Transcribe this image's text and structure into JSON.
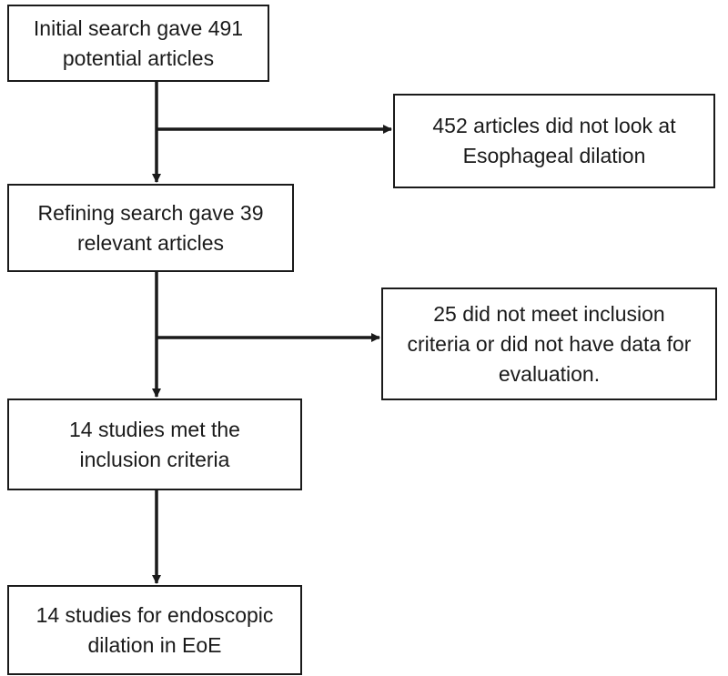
{
  "flowchart": {
    "initial_search": {
      "line1": "Initial search gave 491",
      "line2": "potential articles"
    },
    "exclusion_1": {
      "line1": "452 articles did not look at",
      "line2": "Esophageal dilation"
    },
    "refined_search": {
      "line1": "Refining search gave 39",
      "line2": "relevant articles"
    },
    "exclusion_2": {
      "line1": "25 did not meet inclusion",
      "line2": "criteria or did not have data for",
      "line3": "evaluation."
    },
    "met_criteria": {
      "line1": "14 studies met the",
      "line2": "inclusion criteria"
    },
    "final_studies": {
      "line1": "14 studies for endoscopic",
      "line2": "dilation in EoE"
    }
  },
  "colors": {
    "stroke": "#1a1a1a",
    "background": "#ffffff"
  }
}
